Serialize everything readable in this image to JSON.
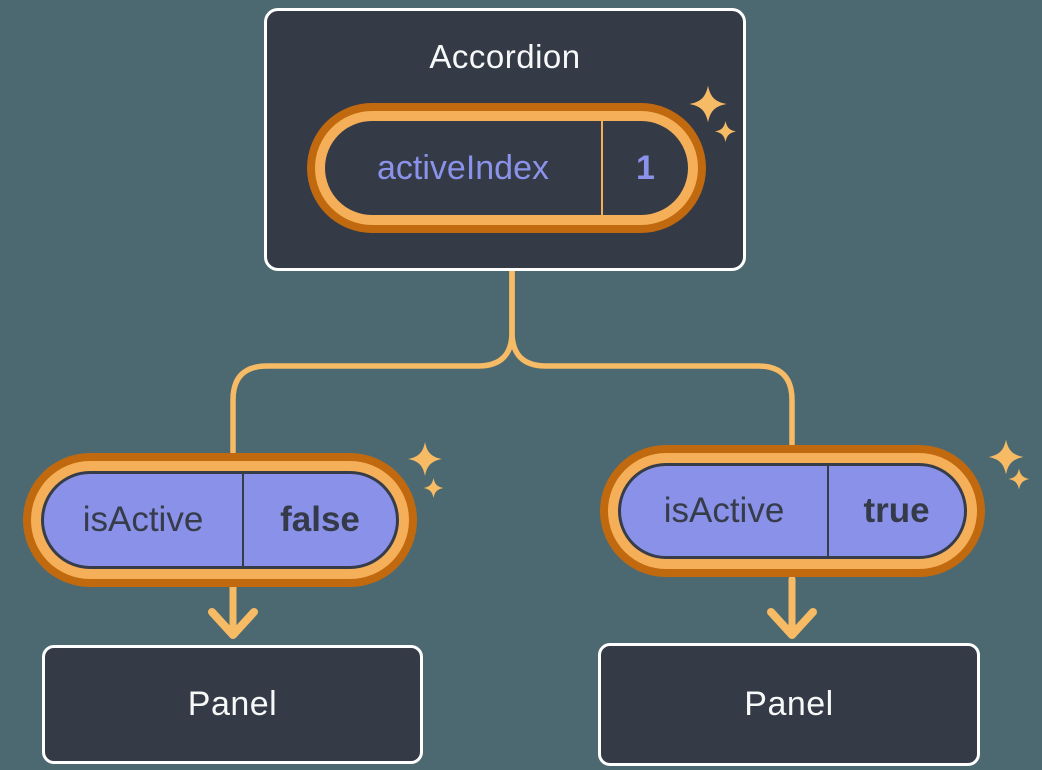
{
  "diagram": {
    "description": "React component tree: Accordion state passed as isActive props to two Panels",
    "background_color": "#4C6971",
    "accordion": {
      "title": "Accordion",
      "state_pill": {
        "label": "activeIndex",
        "value": "1"
      }
    },
    "children": [
      {
        "prop_pill": {
          "label": "isActive",
          "value": "false"
        },
        "panel": {
          "title": "Panel"
        }
      },
      {
        "prop_pill": {
          "label": "isActive",
          "value": "true"
        },
        "panel": {
          "title": "Panel"
        }
      }
    ],
    "icons": {
      "sparkle": "sparkle-icon"
    },
    "colors": {
      "node_fill": "#343A46",
      "node_border": "#FFFFFF",
      "ring_outer": "#C1690F",
      "ring_inner": "#F4AF58",
      "connector": "#F6BB64",
      "sparkle": "#F6BB64",
      "prop_pill_fill": "#8A91E9",
      "state_text": "#8A93E9",
      "prop_text": "#363C49",
      "title_text": "#F7F8F8"
    }
  }
}
